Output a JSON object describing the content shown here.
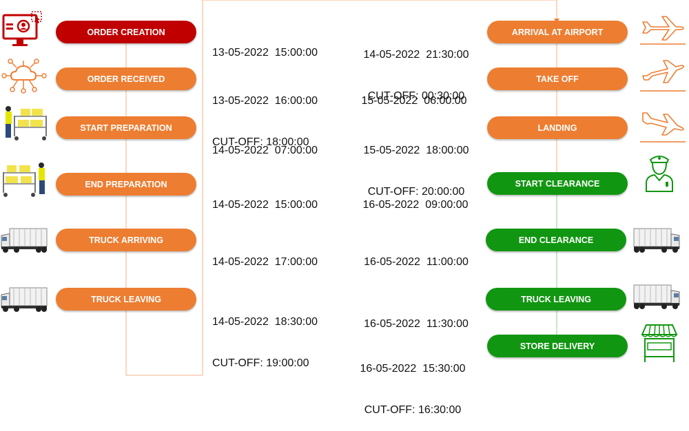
{
  "colors": {
    "red": "#c00000",
    "orange": "#ed7d31",
    "green": "#119611",
    "line": "#f4b183"
  },
  "left_steps": [
    {
      "label": "ORDER CREATION",
      "color": "red",
      "icon": "computer-user-icon",
      "time": "13-05-2022  15:00:00",
      "cutoff": ""
    },
    {
      "label": "ORDER RECEIVED",
      "color": "orange",
      "icon": "cloud-network-icon",
      "time": "13-05-2022  16:00:00",
      "cutoff": "CUT-OFF: 18:00:00"
    },
    {
      "label": "START PREPARATION",
      "color": "orange",
      "icon": "worker-cart-icon",
      "time": "14-05-2022  07:00:00",
      "cutoff": ""
    },
    {
      "label": "END PREPARATION",
      "color": "orange",
      "icon": "worker-cart-icon",
      "time": "14-05-2022  15:00:00",
      "cutoff": ""
    },
    {
      "label": "TRUCK ARRIVING",
      "color": "orange",
      "icon": "truck-icon",
      "time": "14-05-2022  17:00:00",
      "cutoff": ""
    },
    {
      "label": "TRUCK LEAVING",
      "color": "orange",
      "icon": "truck-icon",
      "time": "14-05-2022  18:30:00",
      "cutoff": "CUT-OFF: 19:00:00"
    }
  ],
  "right_steps": [
    {
      "label": "ARRIVAL AT AIRPORT",
      "color": "orange",
      "icon": "airplane-icon",
      "time": "14-05-2022  21:30:00",
      "cutoff": "CUT-OFF: 00:30:00"
    },
    {
      "label": "TAKE OFF",
      "color": "orange",
      "icon": "airplane-icon",
      "time": "15-05-2022  06:00:00",
      "cutoff": ""
    },
    {
      "label": "LANDING",
      "color": "orange",
      "icon": "airplane-icon",
      "time": "15-05-2022  18:00:00",
      "cutoff": "CUT-OFF: 20:00:00"
    },
    {
      "label": "START CLEARANCE",
      "color": "green",
      "icon": "customs-officer-icon",
      "time": "16-05-2022  09:00:00",
      "cutoff": ""
    },
    {
      "label": "END CLEARANCE",
      "color": "green",
      "icon": "truck-icon",
      "time": "16-05-2022  11:00:00",
      "cutoff": ""
    },
    {
      "label": "TRUCK LEAVING",
      "color": "green",
      "icon": "truck-icon",
      "time": "16-05-2022  11:30:00",
      "cutoff": ""
    },
    {
      "label": "STORE DELIVERY",
      "color": "green",
      "icon": "store-icon",
      "time": "16-05-2022  15:30:00",
      "cutoff": "CUT-OFF: 16:30:00"
    }
  ]
}
